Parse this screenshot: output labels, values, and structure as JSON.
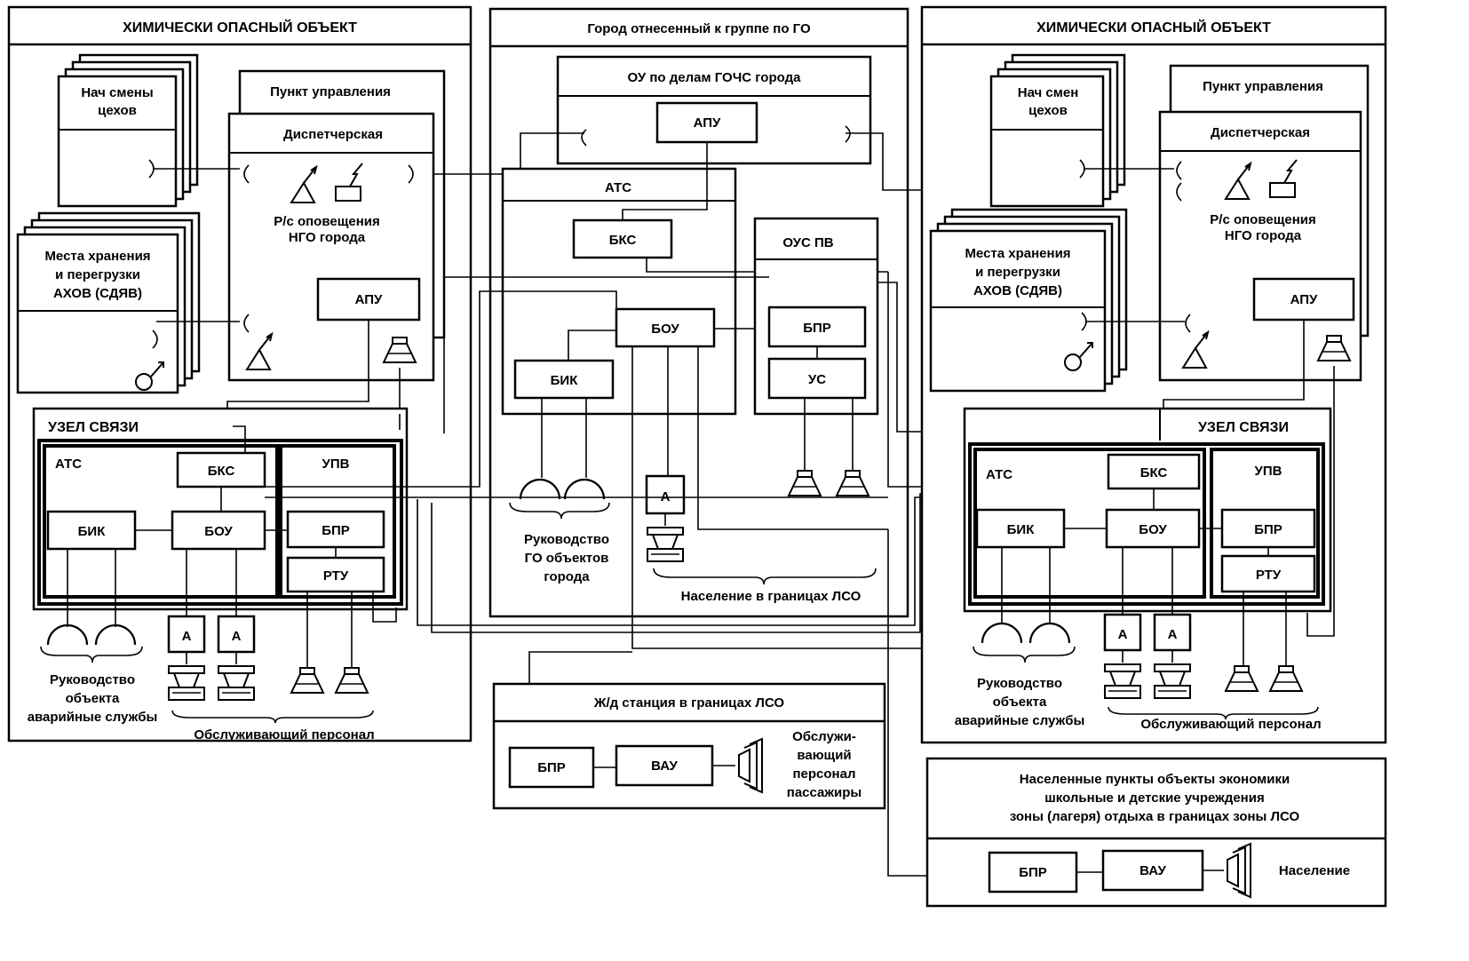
{
  "left_object": {
    "title": "ХИМИЧЕСКИ ОПАСНЫЙ ОБЪЕКТ",
    "shift_heads": [
      "Нач  смены",
      "цехов"
    ],
    "storage": [
      "Места хранения",
      "и перегрузки",
      "АХОВ (СДЯВ)"
    ],
    "control_point": "Пункт управления",
    "dispatch": "Диспетчерская",
    "radio": [
      "Р/с оповещения",
      "НГО города"
    ],
    "apu": "АПУ",
    "node": "УЗЕЛ СВЯЗИ",
    "ats": "АТС",
    "bks": "БКС",
    "upv": "УПВ",
    "bik": "БИК",
    "bou": "БОУ",
    "bpr": "БПР",
    "rtu": "РТУ",
    "amp_a": "А",
    "management": [
      "Руководство",
      "объекта",
      "аварийные службы"
    ],
    "staff": "Обслуживающий  персонал"
  },
  "city": {
    "title": "Город  отнесенный к группе по ГО",
    "ou": "ОУ по делам ГОЧС города",
    "apu": "АПУ",
    "ats": "АТС",
    "bks": "БКС",
    "bou": "БОУ",
    "bik": "БИК",
    "ous": "ОУС ПВ",
    "bpr": "БПР",
    "us": "УС",
    "amp_a": "А",
    "management": [
      "Руководство",
      "ГО объектов",
      "города"
    ],
    "population": "Население в границах ЛСО"
  },
  "railway": {
    "title": "Ж/д станция в границах ЛСО",
    "bpr": "БПР",
    "vau": "ВАУ",
    "people": [
      "Обслужи-",
      "вающий",
      "персонал",
      "пассажиры"
    ]
  },
  "right_object": {
    "title": "ХИМИЧЕСКИ ОПАСНЫЙ ОБЪЕКТ",
    "shift_heads": [
      "Нач   смен",
      "цехов"
    ],
    "storage": [
      "Места хранения",
      "и перегрузки",
      "АХОВ (СДЯВ)"
    ],
    "control_point": "Пункт управления",
    "dispatch": "Диспетчерская",
    "radio": [
      "Р/с оповещения",
      "НГО города"
    ],
    "apu": "АПУ",
    "node": "УЗЕЛ СВЯЗИ",
    "ats": "АТС",
    "bks": "БКС",
    "upv": "УПВ",
    "bik": "БИК",
    "bou": "БОУ",
    "bpr": "БПР",
    "rtu": "РТУ",
    "amp_a": "А",
    "management": [
      "Руководство",
      "объекта",
      "аварийные службы"
    ],
    "staff": "Обслуживающий  персонал"
  },
  "settlements": {
    "lines": [
      "Населенные пункты  объекты экономики",
      "школьные и детские учреждения",
      "зоны (лагеря) отдыха в границах зоны ЛСО"
    ],
    "bpr": "БПР",
    "vau": "ВАУ",
    "people": "Население"
  }
}
